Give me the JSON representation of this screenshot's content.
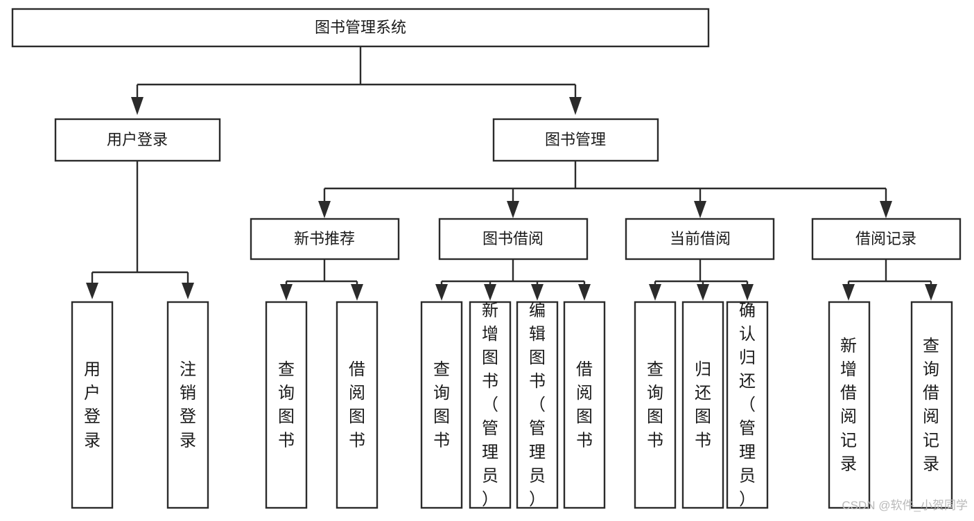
{
  "diagram": {
    "type": "tree-hierarchy",
    "title": "图书管理系统",
    "root": {
      "id": "root",
      "label": "图书管理系统",
      "orientation": "horizontal"
    },
    "level1": [
      {
        "id": "user-login",
        "label": "用户登录",
        "orientation": "horizontal"
      },
      {
        "id": "book-manage",
        "label": "图书管理",
        "orientation": "horizontal"
      }
    ],
    "level2": [
      {
        "id": "new-book-recommend",
        "label": "新书推荐",
        "orientation": "horizontal",
        "parent": "book-manage"
      },
      {
        "id": "book-borrow",
        "label": "图书借阅",
        "orientation": "horizontal",
        "parent": "book-manage"
      },
      {
        "id": "current-borrow",
        "label": "当前借阅",
        "orientation": "horizontal",
        "parent": "book-manage"
      },
      {
        "id": "borrow-record",
        "label": "借阅记录",
        "orientation": "horizontal",
        "parent": "book-manage"
      }
    ],
    "leaves": [
      {
        "id": "leaf-user-login",
        "label": "用户登录",
        "orientation": "vertical",
        "parent": "user-login"
      },
      {
        "id": "leaf-user-logout",
        "label": "注销登录",
        "orientation": "vertical",
        "parent": "user-login"
      },
      {
        "id": "leaf-query-book-1",
        "label": "查询图书",
        "orientation": "vertical",
        "parent": "new-book-recommend"
      },
      {
        "id": "leaf-borrow-book-1",
        "label": "借阅图书",
        "orientation": "vertical",
        "parent": "new-book-recommend"
      },
      {
        "id": "leaf-query-book-2",
        "label": "查询图书",
        "orientation": "vertical",
        "parent": "book-borrow"
      },
      {
        "id": "leaf-add-book",
        "label": "新增图书（管理员）",
        "orientation": "vertical",
        "parent": "book-borrow"
      },
      {
        "id": "leaf-edit-book",
        "label": "编辑图书（管理员）",
        "orientation": "vertical",
        "parent": "book-borrow"
      },
      {
        "id": "leaf-borrow-book-2",
        "label": "借阅图书",
        "orientation": "vertical",
        "parent": "book-borrow"
      },
      {
        "id": "leaf-query-book-3",
        "label": "查询图书",
        "orientation": "vertical",
        "parent": "current-borrow"
      },
      {
        "id": "leaf-return-book",
        "label": "归还图书",
        "orientation": "vertical",
        "parent": "current-borrow"
      },
      {
        "id": "leaf-confirm-return",
        "label": "确认归还（管理员）",
        "orientation": "vertical",
        "parent": "current-borrow"
      },
      {
        "id": "leaf-add-record",
        "label": "新增借阅记录",
        "orientation": "vertical",
        "parent": "borrow-record"
      },
      {
        "id": "leaf-query-record",
        "label": "查询借阅记录",
        "orientation": "vertical",
        "parent": "borrow-record"
      }
    ],
    "colors": {
      "stroke": "#2b2b2b",
      "fill": "#ffffff",
      "text": "#1a1a1a",
      "watermark": "#b9b9b9",
      "background": "#ffffff"
    }
  },
  "watermark": {
    "label": "CSDN @软件_小贺同学"
  }
}
